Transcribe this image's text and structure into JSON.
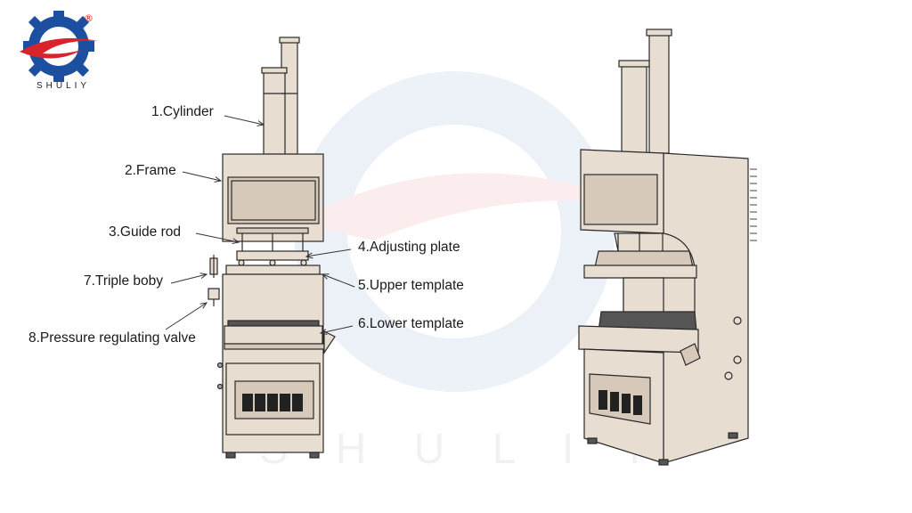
{
  "brand": {
    "name": "SHULIY",
    "registered_mark": "®",
    "colors": {
      "gear": "#1c4fa0",
      "swoosh": "#d8232a"
    }
  },
  "watermark": {
    "text": "S H U L I Y"
  },
  "labels": {
    "cylinder": "1.Cylinder",
    "frame": "2.Frame",
    "guide_rod": "3.Guide rod",
    "adjusting_plate": "4.Adjusting plate",
    "upper_template": "5.Upper template",
    "lower_template": "6.Lower template",
    "triple_boby": "7.Triple boby",
    "pressure_valve": "8.Pressure regulating valve"
  },
  "colors": {
    "machine_fill": "#e8ddd1",
    "machine_dark": "#d6c9ba",
    "outline": "#2a2a2a"
  }
}
